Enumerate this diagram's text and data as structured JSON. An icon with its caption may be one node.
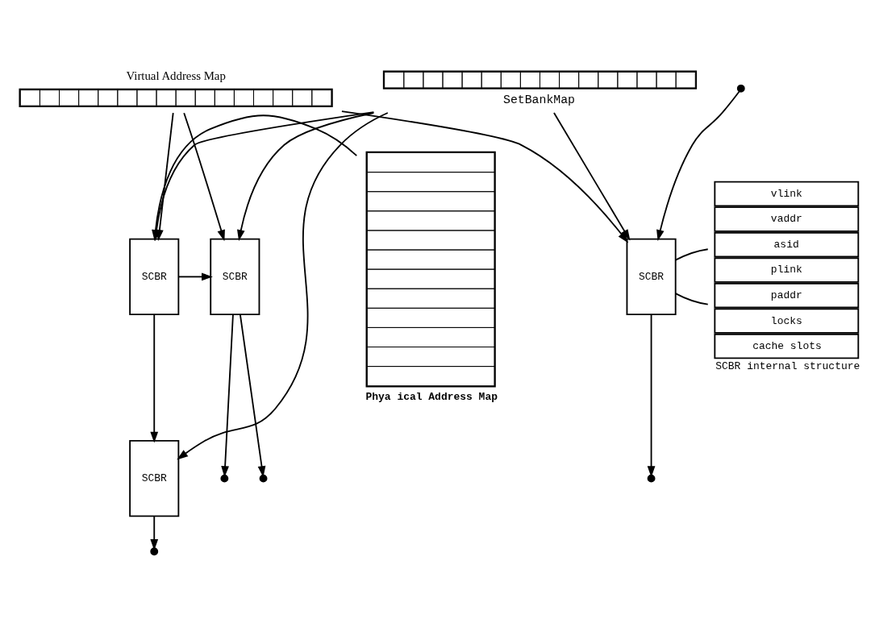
{
  "diagram": {
    "nodes": [
      {
        "text": [
          "Virtual Address Map"
        ]
      },
      {
        "text": [
          "Phya ical Address Map"
        ]
      },
      {
        "text": [
          "SetBankMap"
        ]
      },
      {
        "text": [
          "SCBR"
        ]
      },
      {
        "text": [
          "SCBR"
        ]
      },
      {
        "text": [
          "SCBR"
        ]
      },
      {
        "text": [
          "SCBR"
        ]
      },
      {
        "text": [
          "vlink",
          "vaddr",
          "asid",
          "plink",
          "paddr",
          "locks",
          "cache slots"
        ],
        "beside": [
          "SCBR internal structure"
        ]
      }
    ],
    "edges": [
      {
        "from": 0,
        "to": 3,
        "arrow": "to"
      },
      {
        "from": 0,
        "to": 4,
        "arrow": "to"
      },
      {
        "from": 0,
        "to": 5,
        "arrow": "to"
      },
      {
        "from": 1,
        "to": 3,
        "arrow": "to"
      },
      {
        "from": 3,
        "to": 4,
        "arrow": "to"
      },
      {
        "from": 4,
        "to": null,
        "arrow": "to"
      },
      {
        "from": null,
        "to": 5,
        "arrow": "to"
      },
      {
        "from": 3,
        "to": 6,
        "arrow": "to"
      },
      {
        "from": 4,
        "to": null,
        "arrow": "to"
      },
      {
        "from": 5,
        "to": null,
        "arrow": "to"
      },
      {
        "from": 6,
        "to": null,
        "arrow": "to"
      },
      {
        "from": 2,
        "to": 3,
        "arrow": "to"
      },
      {
        "from": 2,
        "to": 4,
        "arrow": "to"
      },
      {
        "from": 2,
        "to": 6,
        "arrow": "to"
      },
      {
        "from": 2,
        "to": 5,
        "arrow": "to"
      },
      {
        "from": 5,
        "to": 7,
        "arrow": "none"
      },
      {
        "from": 5,
        "to": 7,
        "arrow": "none"
      }
    ]
  }
}
